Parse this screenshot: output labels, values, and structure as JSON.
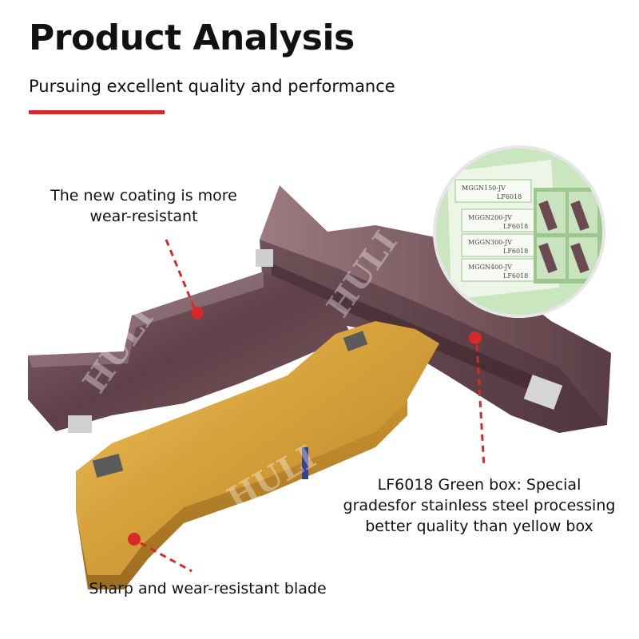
{
  "header": {
    "title": "Product Analysis",
    "subtitle": "Pursuing excellent quality and performance"
  },
  "callouts": {
    "coating": [
      "The new coating is more",
      "wear-resistant"
    ],
    "green_box": [
      "LF6018 Green box: Special",
      "gradesfor stainless steel processing",
      "better quality than yellow box"
    ],
    "blade": [
      "Sharp and wear-resistant blade"
    ]
  },
  "box_labels": [
    {
      "line1": "MGGN150-JV",
      "line2": "LF6018"
    },
    {
      "line1": "MGGN200-JV",
      "line2": "LF6018"
    },
    {
      "line1": "MGGN300-JV",
      "line2": "LF6018"
    },
    {
      "line1": "MGGN400-JV",
      "line2": "LF6018"
    }
  ],
  "watermark": "HULI",
  "colors": {
    "accent_red": "#d42a2a",
    "insert_purple": "#6b4a52",
    "insert_gold": "#d9a640",
    "box_green": "#a9d3a0"
  }
}
